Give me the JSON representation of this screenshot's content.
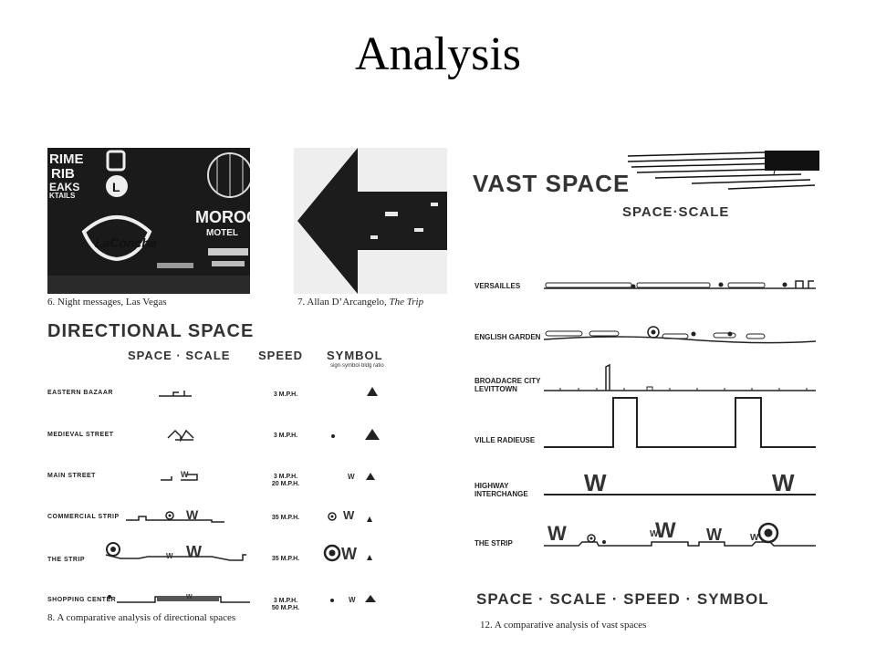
{
  "slide": {
    "title": "Analysis"
  },
  "photo1": {
    "caption": "6. Night messages, Las Vegas",
    "sign_lines": [
      "RIME",
      "RIB",
      "EAKS",
      "KTAILS"
    ],
    "sign_laconcha": "LaConcha",
    "sign_moroc": "MOROC",
    "sign_motel": "MOTEL"
  },
  "photo2": {
    "caption_prefix": "7. Allan D’Arcangelo, ",
    "caption_title": "The Trip"
  },
  "directional": {
    "title": "DIRECTIONAL SPACE",
    "col_space_scale": "SPACE · SCALE",
    "col_speed": "SPEED",
    "col_symbol": "SYMBOL",
    "col_symbol_sub": "sign·symbol·bldg ratio",
    "rows": [
      {
        "label": "EASTERN BAZAAR",
        "speed": "3 M.P.H."
      },
      {
        "label": "MEDIEVAL STREET",
        "speed": "3 M.P.H."
      },
      {
        "label": "MAIN STREET",
        "speed": "3 M.P.H.\n20 M.P.H."
      },
      {
        "label": "COMMERCIAL STRIP",
        "speed": "35 M.P.H."
      },
      {
        "label": "THE STRIP",
        "speed": "35 M.P.H."
      },
      {
        "label": "SHOPPING CENTER",
        "speed": "3 M.P.H.\n50 M.P.H."
      }
    ],
    "w_glyph": "W",
    "caption": "8. A comparative analysis of directional spaces"
  },
  "vast": {
    "title": "VAST SPACE",
    "subtitle": "SPACE·SCALE",
    "rows": [
      {
        "label": "VERSAILLES"
      },
      {
        "label": "ENGLISH GARDEN"
      },
      {
        "label": "BROADACRE CITY\nLEVITTOWN"
      },
      {
        "label": "VILLE RADIEUSE"
      },
      {
        "label": "HIGHWAY\nINTERCHANGE"
      },
      {
        "label": "THE STRIP"
      }
    ],
    "w_glyph": "W",
    "footer": "SPACE · SCALE · SPEED · SYMBOL",
    "caption": "12. A comparative analysis of vast spaces"
  }
}
